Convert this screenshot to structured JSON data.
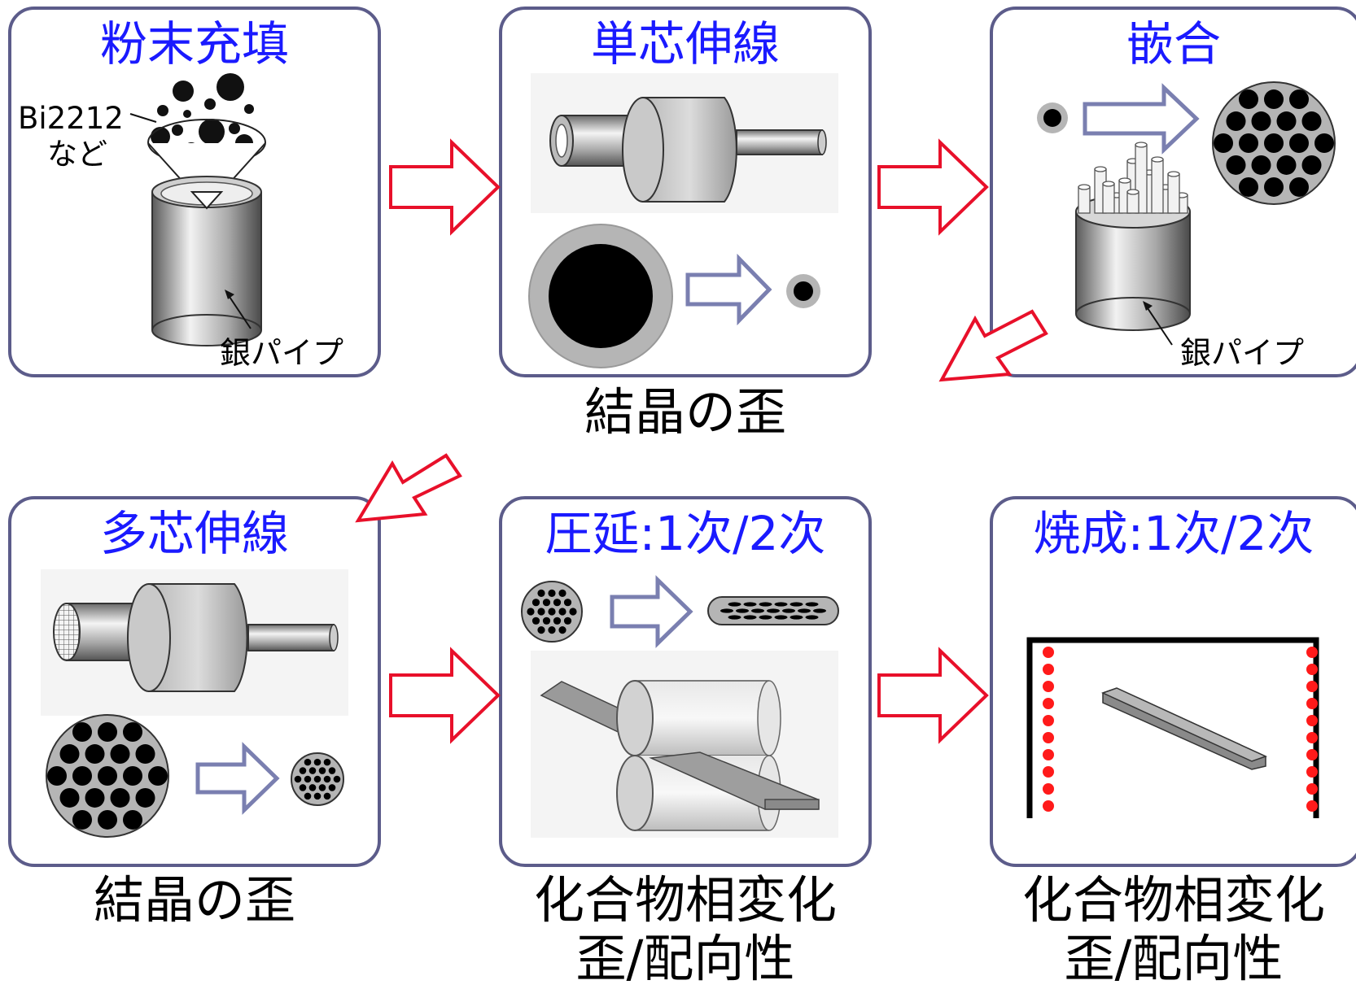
{
  "colors": {
    "panel_border": "#5c5c8a",
    "title_blue": "#1a1aff",
    "arrow_red": "#e8102a",
    "arrow_blue": "#7a7fb0",
    "caption": "#000000",
    "heater_dot": "#ff1a1a"
  },
  "steps": [
    {
      "title": "粉末充填",
      "labels": {
        "material": "Bi2212",
        "material2": "など",
        "pipe": "銀パイプ"
      }
    },
    {
      "title": "単芯伸線",
      "caption": [
        "結晶の歪"
      ]
    },
    {
      "title": "嵌合",
      "labels": {
        "pipe": "銀パイプ"
      }
    },
    {
      "title": "多芯伸線",
      "caption": [
        "結晶の歪"
      ]
    },
    {
      "title": "圧延:1次/2次",
      "caption": [
        "化合物相変化",
        "歪/配向性"
      ]
    },
    {
      "title": "焼成:1次/2次",
      "caption": [
        "化合物相変化",
        "歪/配向性"
      ]
    }
  ],
  "icons": [
    "powder-funnel-icon",
    "drawing-die-icon",
    "bundle-icon",
    "rolling-mill-icon",
    "furnace-icon",
    "flow-arrow-icon"
  ]
}
